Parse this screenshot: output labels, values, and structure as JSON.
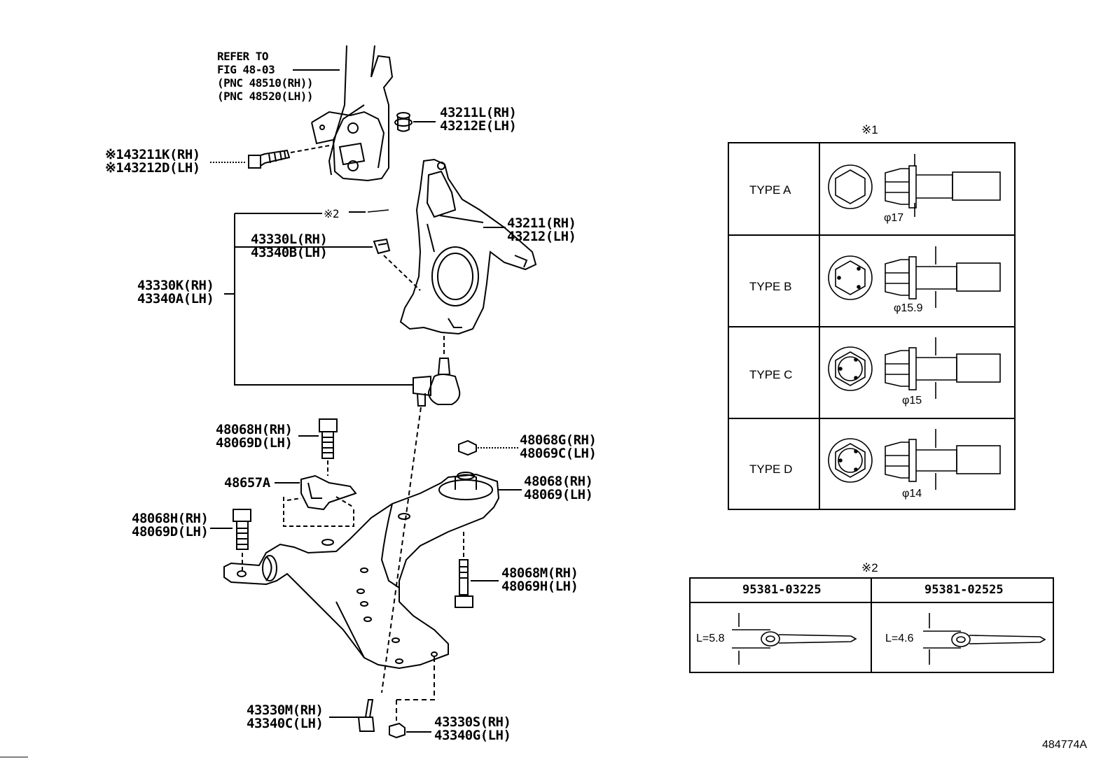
{
  "refer": {
    "line1": "REFER TO",
    "line2": "FIG 48-03",
    "line3": "(PNC 48510(RH))",
    "line4": "(PNC 48520(LH))"
  },
  "labels": {
    "p43211L": {
      "rh": "43211L(RH)",
      "lh": "43212E(LH)"
    },
    "p43211K": {
      "rh": "※143211K(RH)",
      "lh": "※143212D(LH)"
    },
    "note2_marker": "※2",
    "p43330L": {
      "rh": "43330L(RH)",
      "lh": "43340B(LH)"
    },
    "p43211": {
      "rh": "43211(RH)",
      "lh": "43212(LH)"
    },
    "p43330K": {
      "rh": "43330K(RH)",
      "lh": "43340A(LH)"
    },
    "p48068H_top": {
      "rh": "48068H(RH)",
      "lh": "48069D(LH)"
    },
    "p48068G": {
      "rh": "48068G(RH)",
      "lh": "48069C(LH)"
    },
    "p48657A": "48657A",
    "p48068": {
      "rh": "48068(RH)",
      "lh": "48069(LH)"
    },
    "p48068H_bot": {
      "rh": "48068H(RH)",
      "lh": "48069D(LH)"
    },
    "p48068M": {
      "rh": "48068M(RH)",
      "lh": "48069H(LH)"
    },
    "p43330M": {
      "rh": "43330M(RH)",
      "lh": "43340C(LH)"
    },
    "p43330S": {
      "rh": "43330S(RH)",
      "lh": "43340G(LH)"
    }
  },
  "table1": {
    "marker": "※1",
    "rows": [
      {
        "type": "TYPE A",
        "dia": "φ17"
      },
      {
        "type": "TYPE B",
        "dia": "φ15.9"
      },
      {
        "type": "TYPE C",
        "dia": "φ15"
      },
      {
        "type": "TYPE D",
        "dia": "φ14"
      }
    ]
  },
  "table2": {
    "marker": "※2",
    "cols": [
      {
        "part": "95381-03225",
        "length": "L=5.8"
      },
      {
        "part": "95381-02525",
        "length": "L=4.6"
      }
    ]
  },
  "figure_id": "484774A"
}
